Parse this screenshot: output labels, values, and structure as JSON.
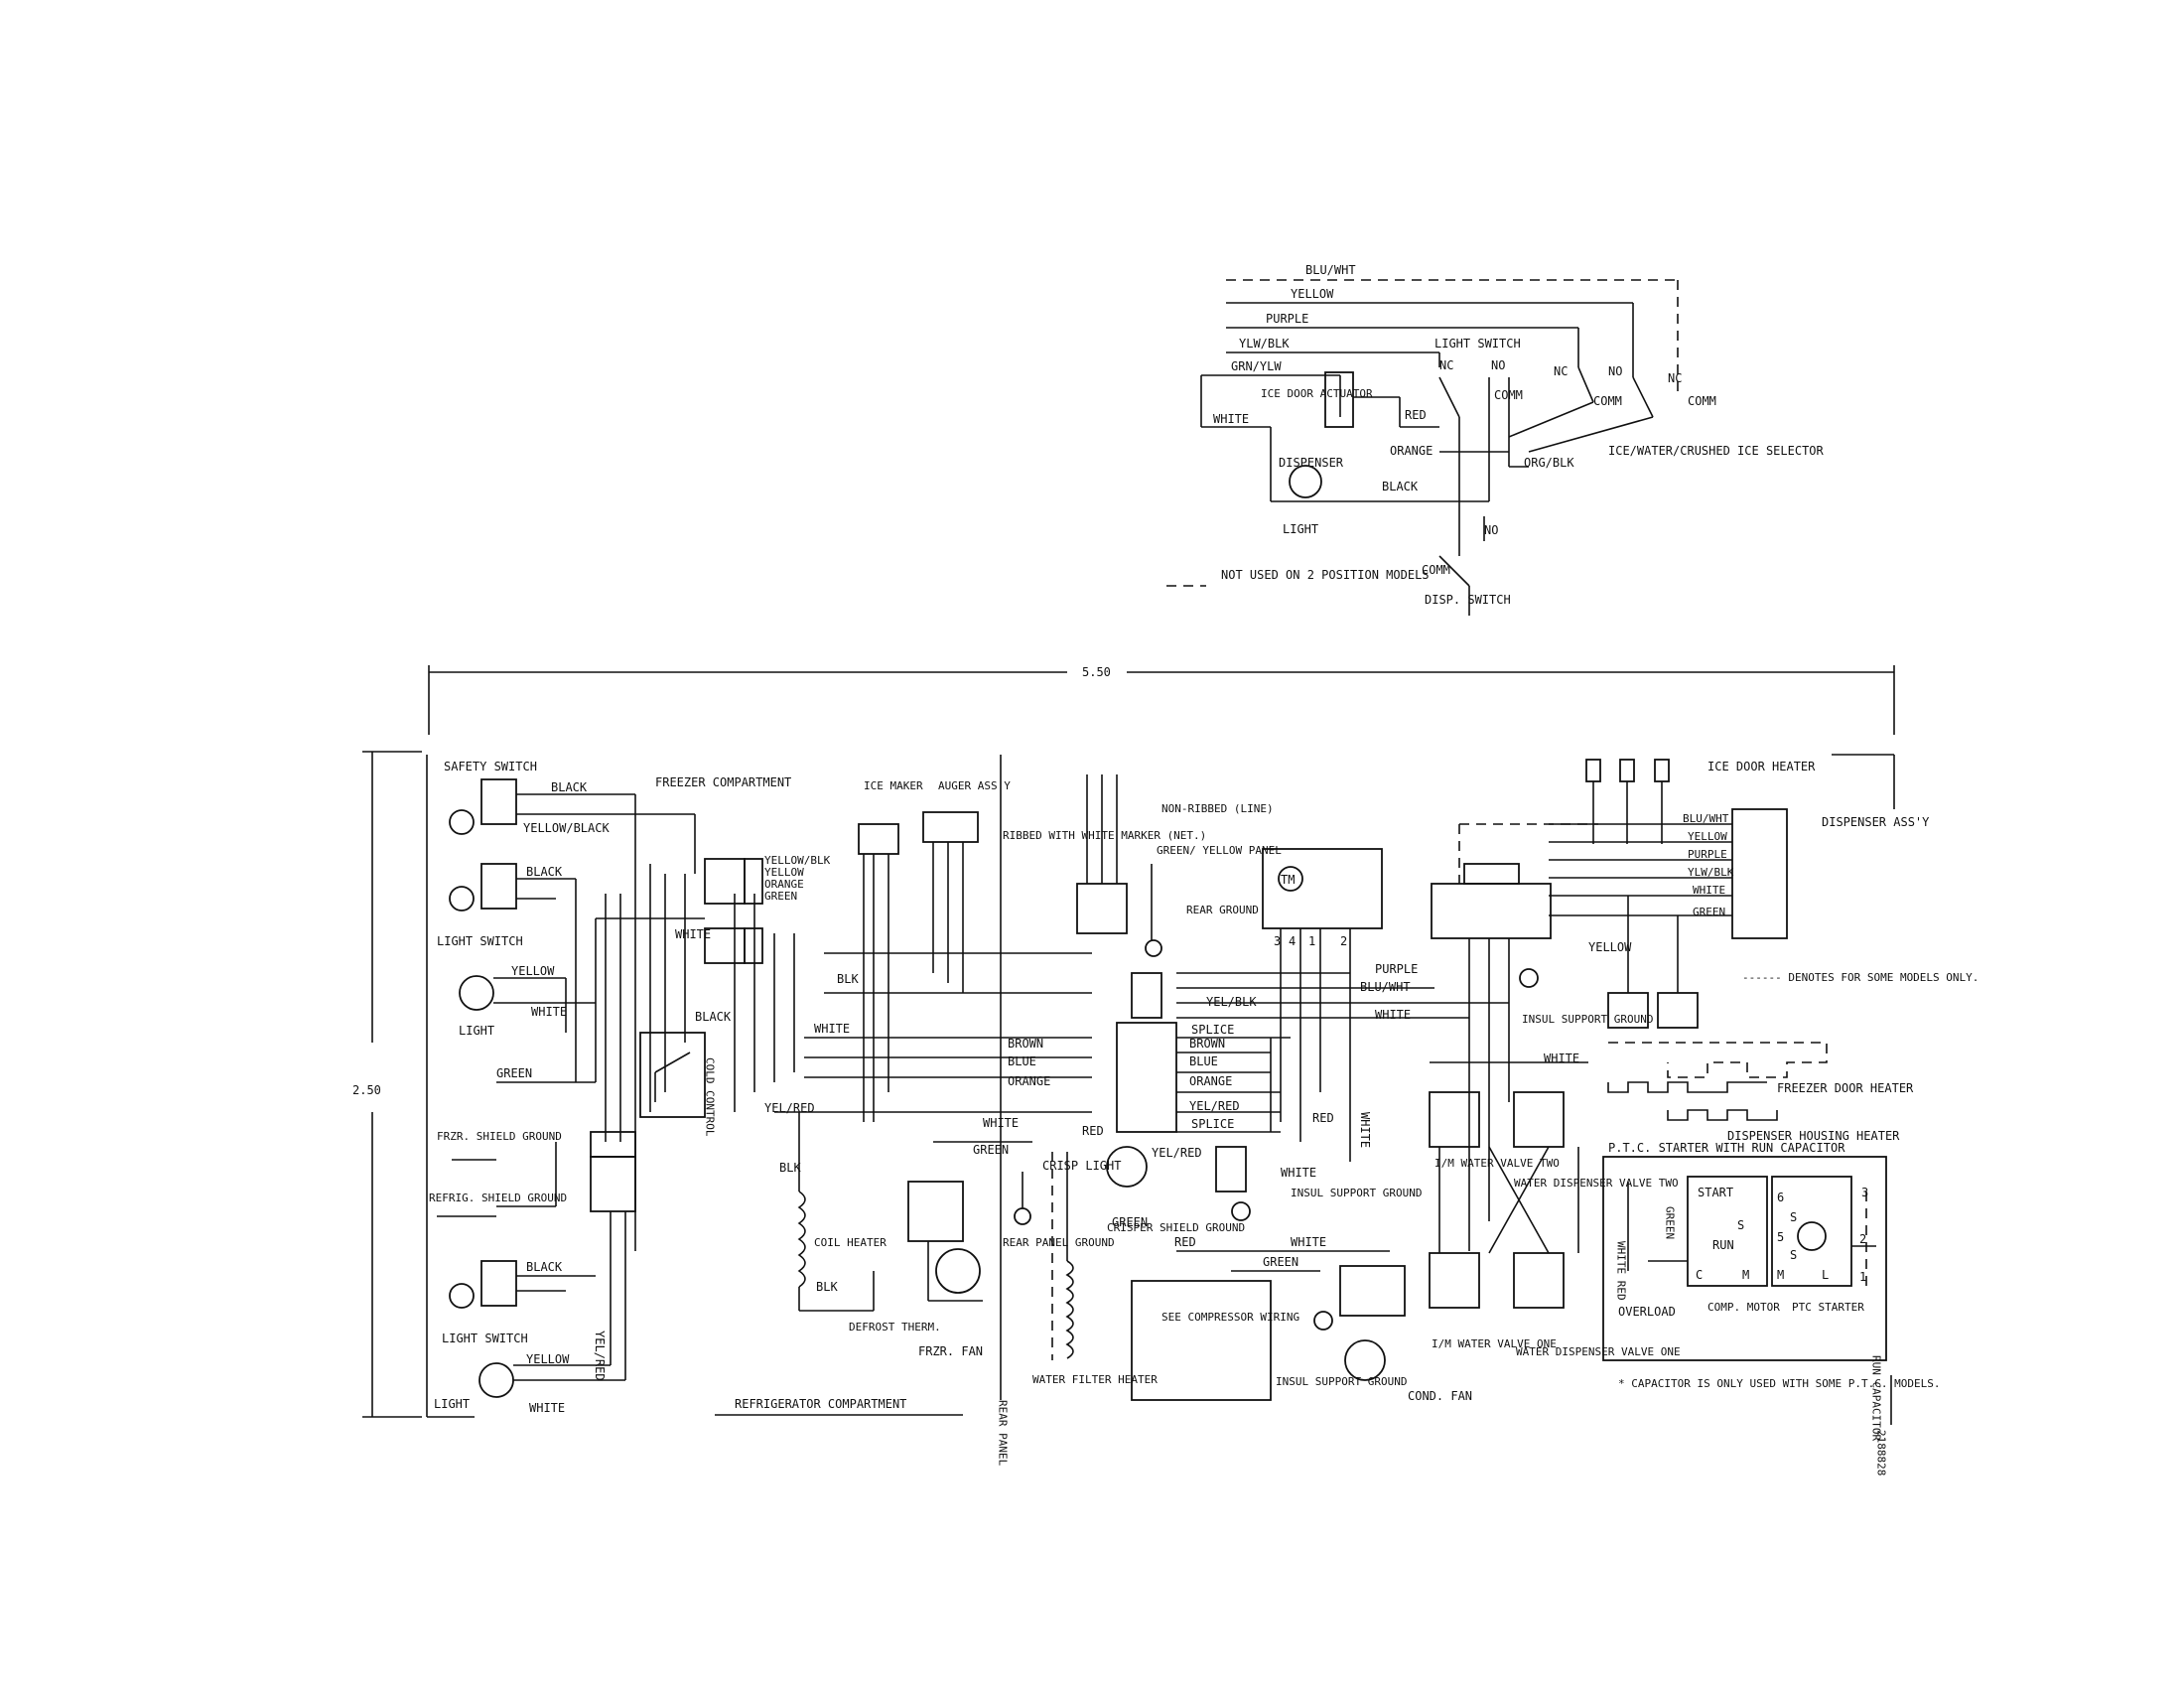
{
  "top_diagram": {
    "wires": [
      "BLU/WHT",
      "YELLOW",
      "PURPLE",
      "YLW/BLK",
      "GRN/YLW",
      "WHITE",
      "RED",
      "ORANGE",
      "BLACK",
      "ORG/BLK"
    ],
    "light_switch": "LIGHT SWITCH",
    "nc": "NC",
    "no": "NO",
    "comm": "COMM",
    "ice_door_actuator": "ICE DOOR ACTUATOR",
    "dispenser": "DISPENSER",
    "light": "LIGHT",
    "selector": "ICE/WATER/CRUSHED ICE SELECTOR",
    "disp_switch": "DISP. SWITCH",
    "not_used": "NOT USED ON 2 POSITION MODELS"
  },
  "dimensions": {
    "width": "5.50",
    "height": "2.50"
  },
  "left": {
    "safety_switch": "SAFETY SWITCH",
    "black": "BLACK",
    "yellow_black": "YELLOW/BLACK",
    "light_switch": "LIGHT SWITCH",
    "yellow": "YELLOW",
    "white": "WHITE",
    "light": "LIGHT",
    "green": "GREEN",
    "frzr_shield": "FRZR. SHIELD GROUND",
    "refrig_shield": "REFRIG. SHIELD GROUND",
    "yel_red": "YEL/RED",
    "freezer_compartment": "FREEZER COMPARTMENT",
    "refrigerator_compartment": "REFRIGERATOR COMPARTMENT",
    "cold_control": "COLD CONTROL"
  },
  "center": {
    "ice_maker": "ICE MAKER",
    "auger": "AUGER ASS'Y",
    "connector_wires": [
      "YELLOW/BLK",
      "YELLOW",
      "ORANGE",
      "GREEN"
    ],
    "blk": "BLK",
    "coil_heater": "COIL HEATER",
    "defrost_therm": "DEFROST THERM.",
    "frzr_fan": "FRZR. FAN",
    "rear_panel_ground": "REAR PANEL GROUND",
    "rear_panel": "REAR PANEL",
    "water_filter_heater": "WATER FILTER HEATER",
    "crisp_light": "CRISP LIGHT",
    "crisper_shield": "CRISPER SHIELD GROUND",
    "ribbed": "RIBBED WITH WHITE MARKER (NET.)",
    "non_ribbed": "NON-RIBBED (LINE)",
    "green_yellow_panel": "GREEN/ YELLOW PANEL",
    "rear_ground": "REAR GROUND",
    "harness": [
      "YEL/BLK",
      "BROWN",
      "BLUE",
      "ORANGE",
      "YEL/RED"
    ],
    "splice": "SPLICE",
    "tm": "TM",
    "tm_pins": [
      "3",
      "4",
      "1",
      "2"
    ],
    "see_compressor": "SEE COMPRESSOR WIRING",
    "insul_support": "INSUL SUPPORT GROUND",
    "cond_fan": "COND. FAN",
    "white": "WHITE",
    "red": "RED",
    "green": "GREEN",
    "purple": "PURPLE",
    "blu_wht": "BLU/WHT"
  },
  "right": {
    "ice_door_heater": "ICE DOOR HEATER",
    "dispenser_assy": "DISPENSER ASS'Y",
    "disp_wires": [
      "BLU/WHT",
      "YELLOW",
      "PURPLE",
      "YLW/BLK",
      "WHITE",
      "GREEN"
    ],
    "denotes": "------ DENOTES FOR SOME MODELS ONLY.",
    "freezer_door_heater": "FREEZER DOOR HEATER",
    "dispenser_housing_heater": "DISPENSER HOUSING HEATER",
    "im_valve_two": "I/M WATER VALVE TWO",
    "water_disp_valve_two": "WATER DISPENSER VALVE TWO",
    "im_valve_one": "I/M WATER VALVE ONE",
    "water_disp_valve_one": "WATER DISPENSER VALVE ONE",
    "yellow": "YELLOW",
    "white": "WHITE"
  },
  "ptc": {
    "title": "P.T.C. STARTER WITH RUN CAPACITOR",
    "start": "START",
    "run": "RUN",
    "s": "S",
    "c": "C",
    "m": "M",
    "l": "L",
    "pins": [
      "6",
      "5",
      "3",
      "2",
      "1"
    ],
    "overload": "OVERLOAD",
    "comp_motor": "COMP. MOTOR",
    "ptc_starter": "PTC STARTER",
    "run_capacitor": "RUN CAPACITOR",
    "white_red": "WHITE RED",
    "green": "GREEN",
    "note": "* CAPACITOR IS ONLY USED WITH SOME P.T.C. MODELS.",
    "part_no": "2188828"
  }
}
